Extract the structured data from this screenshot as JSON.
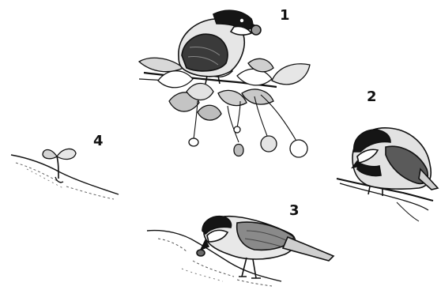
{
  "stages": [
    {
      "number": "1",
      "depiction": "bird-eating-berries-on-branch"
    },
    {
      "number": "2",
      "depiction": "bird-perched-on-twig"
    },
    {
      "number": "3",
      "depiction": "bird-pushing-seed-into-soil"
    },
    {
      "number": "4",
      "depiction": "seedling-sprouting"
    }
  ],
  "colors": {
    "ink": "#111111",
    "wing": "#3a3a3a",
    "cap": "#151515",
    "leaf_shade": "#bdbdbd",
    "belly": "#e6e6e6"
  }
}
